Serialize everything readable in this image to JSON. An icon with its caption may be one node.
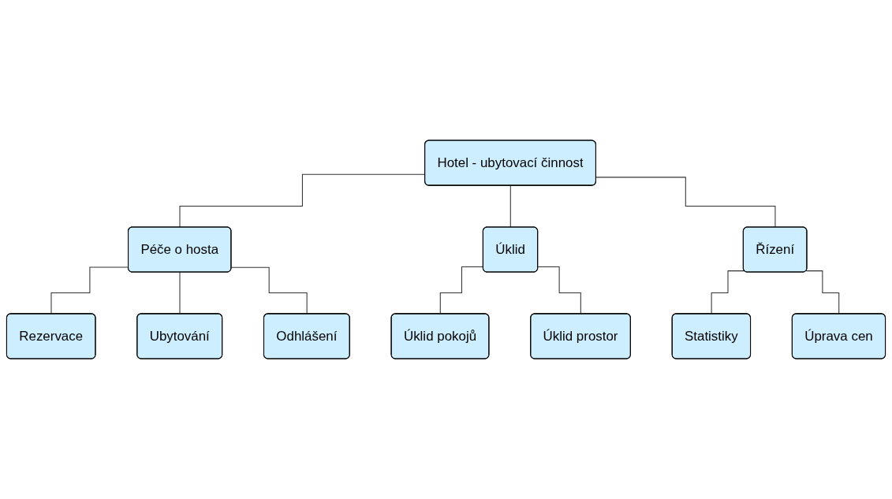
{
  "diagram": {
    "nodes": [
      {
        "text": [
          "Hotel - ubytovací činnost"
        ]
      },
      {
        "text": [
          "Péče o hosta"
        ]
      },
      {
        "text": [
          "Úklid"
        ]
      },
      {
        "text": [
          "Řízení"
        ]
      },
      {
        "text": [
          "Rezervace"
        ]
      },
      {
        "text": [
          "Ubytování"
        ]
      },
      {
        "text": [
          "Odhlášení"
        ]
      },
      {
        "text": [
          "Úklid pokojů"
        ]
      },
      {
        "text": [
          "Úklid prostor"
        ]
      },
      {
        "text": [
          "Statistiky"
        ]
      },
      {
        "text": [
          "Úprava cen"
        ]
      }
    ],
    "edges": [
      {
        "from": 0,
        "to": 1,
        "arrow": "none"
      },
      {
        "from": 0,
        "to": 2,
        "arrow": "none"
      },
      {
        "from": 0,
        "to": 3,
        "arrow": "none"
      },
      {
        "from": 1,
        "to": 4,
        "arrow": "none"
      },
      {
        "from": 1,
        "to": 5,
        "arrow": "none"
      },
      {
        "from": 1,
        "to": 6,
        "arrow": "none"
      },
      {
        "from": 2,
        "to": 7,
        "arrow": "none"
      },
      {
        "from": 2,
        "to": 8,
        "arrow": "none"
      },
      {
        "from": 3,
        "to": 9,
        "arrow": "none"
      },
      {
        "from": 3,
        "to": 10,
        "arrow": "none"
      }
    ]
  }
}
